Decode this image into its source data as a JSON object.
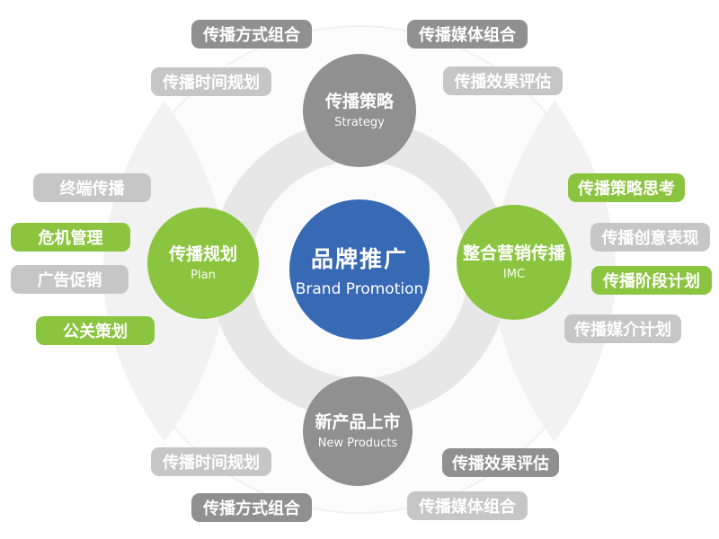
{
  "diagram": {
    "title_hint": "brand promotion communication strategy map",
    "colors": {
      "center_blue": "#3769b4",
      "accent_green": "#8bc53f",
      "dark_gray": "#909090",
      "light_gray": "#c6c6c6",
      "ring_gray": "#e7e7e7",
      "petal_gray": "#f2f2f2"
    },
    "center": {
      "title": "品牌推广",
      "subtitle": "Brand Promotion"
    },
    "nodes": {
      "strategy": {
        "title": "传播策略",
        "subtitle": "Strategy"
      },
      "plan": {
        "title": "传播规划",
        "subtitle": "Plan"
      },
      "imc": {
        "title": "整合营销传播",
        "subtitle": "IMC"
      },
      "new_products": {
        "title": "新产品上市",
        "subtitle": "New Products"
      }
    },
    "tags": {
      "top_method_mix": {
        "label": "传播方式组合",
        "tone": "dark"
      },
      "top_media_mix": {
        "label": "传播媒体组合",
        "tone": "dark"
      },
      "top_time_plan": {
        "label": "传播时间规划",
        "tone": "light"
      },
      "top_effect_eval": {
        "label": "传播效果评估",
        "tone": "light"
      },
      "left_terminal": {
        "label": "终端传播",
        "tone": "light"
      },
      "left_crisis": {
        "label": "危机管理",
        "tone": "green"
      },
      "left_ad_promo": {
        "label": "广告促销",
        "tone": "light"
      },
      "left_pr": {
        "label": "公关策划",
        "tone": "green"
      },
      "right_strategy_think": {
        "label": "传播策略思考",
        "tone": "green"
      },
      "right_creative": {
        "label": "传播创意表现",
        "tone": "light"
      },
      "right_stage_plan": {
        "label": "传播阶段计划",
        "tone": "green"
      },
      "right_media_plan": {
        "label": "传播媒介计划",
        "tone": "light"
      },
      "bottom_time_plan": {
        "label": "传播时间规划",
        "tone": "light"
      },
      "bottom_effect_eval": {
        "label": "传播效果评估",
        "tone": "dark"
      },
      "bottom_method_mix": {
        "label": "传播方式组合",
        "tone": "dark"
      },
      "bottom_media_mix": {
        "label": "传播媒体组合",
        "tone": "light"
      }
    }
  }
}
